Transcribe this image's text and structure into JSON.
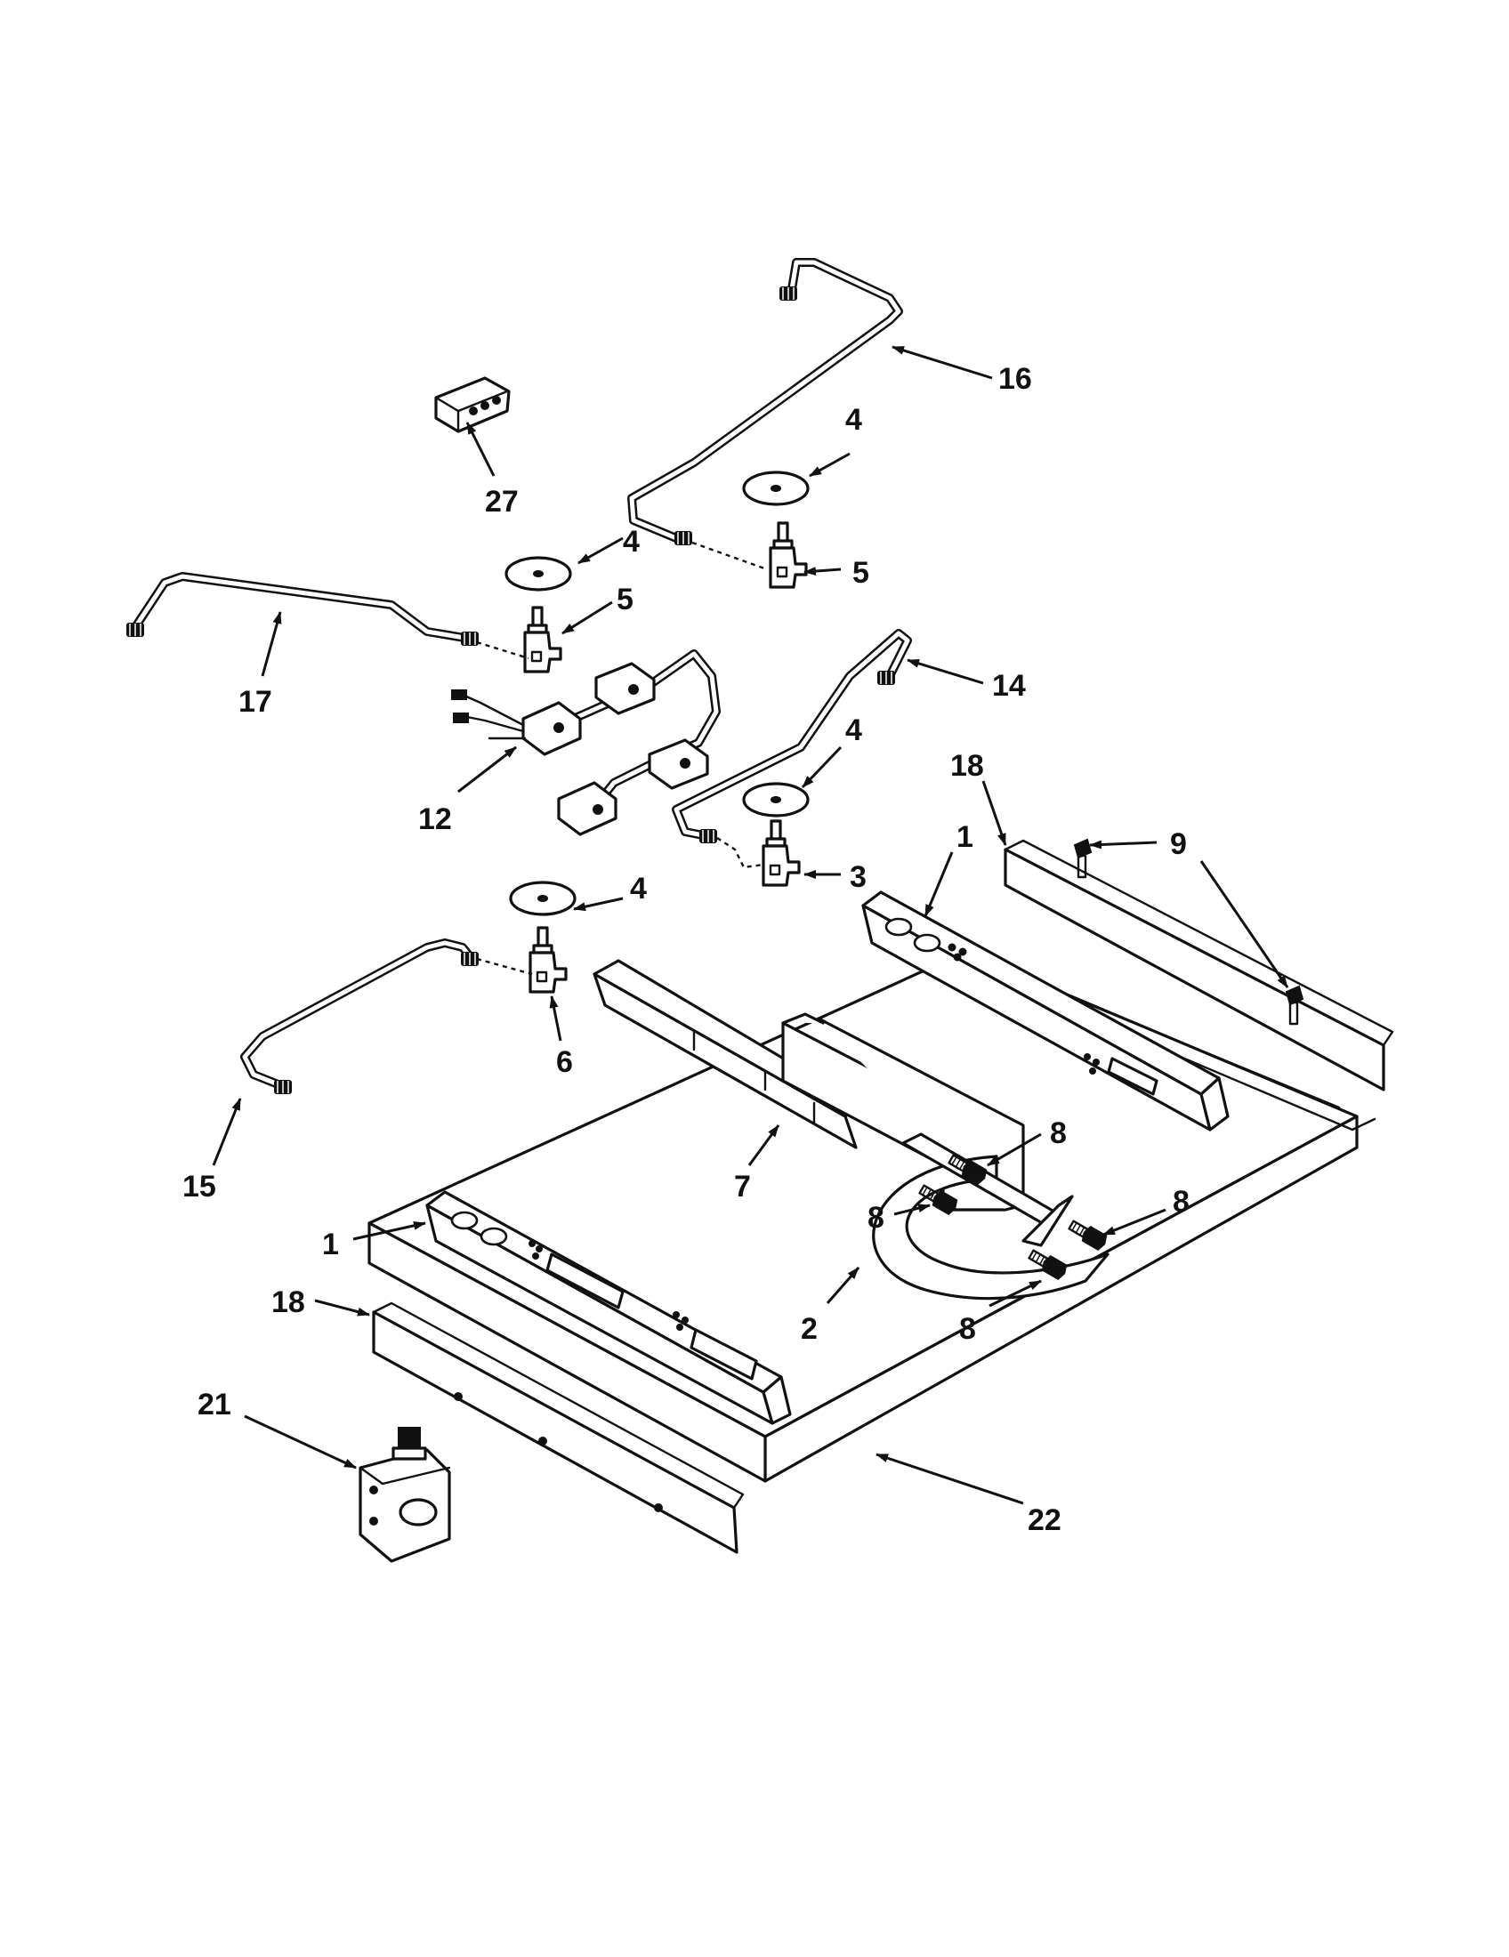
{
  "callouts": {
    "c16": "16",
    "c27": "27",
    "c4a": "4",
    "c4b": "4",
    "c5a": "5",
    "c5b": "5",
    "c17": "17",
    "c14": "14",
    "c4c": "4",
    "c12": "12",
    "c18a": "18",
    "c9": "9",
    "c4d": "4",
    "c3": "3",
    "c1a": "1",
    "c6": "6",
    "c15": "15",
    "c7": "7",
    "c8a": "8",
    "c8b": "8",
    "c8c": "8",
    "c8d": "8",
    "c1b": "1",
    "c18b": "18",
    "c2": "2",
    "c21": "21",
    "c22": "22"
  }
}
